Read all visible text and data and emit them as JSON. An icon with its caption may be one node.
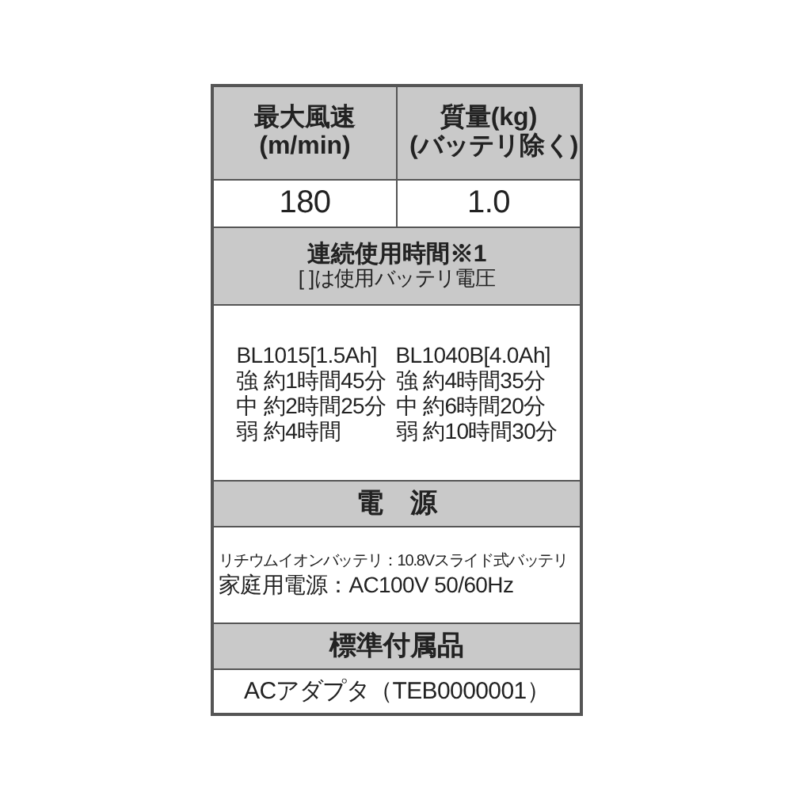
{
  "diagram": {
    "labels": [
      "最大風速 (m/min)",
      "質量(kg) (バッテリ除く)",
      "180",
      "1.0",
      "連続使用時間※1",
      "[ ]は使用バッテリ電圧",
      "BL1015[1.5Ah]",
      "BL1040B[4.0Ah]",
      "強 約1時間45分",
      "強 約4時間35分",
      "中 約2時間25分",
      "中 約6時間20分",
      "弱 約4時間",
      "弱 約10時間30分",
      "電　源",
      "リチウムイオンバッテリ：10.8Vスライド式バッテリ",
      "家庭用電源：AC100V 50/60Hz",
      "標準付属品",
      "ACアダプタ（TEB0000001）"
    ]
  }
}
